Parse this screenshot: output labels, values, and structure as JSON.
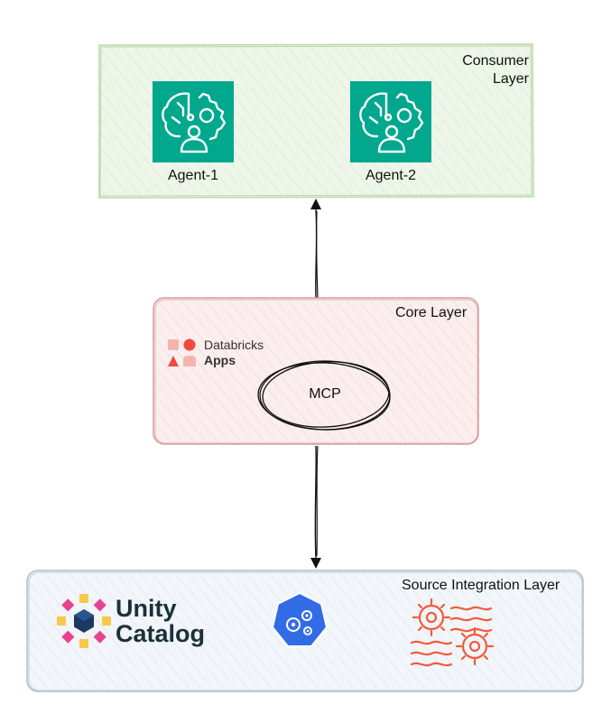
{
  "consumer_layer": {
    "title_line1": "Consumer",
    "title_line2": "Layer",
    "border_color": "#b9d9a8",
    "fill_color": "#eef6ea",
    "agents": [
      {
        "label": "Agent-1",
        "icon": "ai-agent-icon"
      },
      {
        "label": "Agent-2",
        "icon": "ai-agent-icon"
      }
    ],
    "icon_bg": "#01a88d"
  },
  "core_layer": {
    "title": "Core Layer",
    "border_color": "#d99a9a",
    "fill_color": "#fbeeee",
    "databricks_line1": "Databricks",
    "databricks_line2": "Apps",
    "mcp_label": "MCP"
  },
  "source_layer": {
    "title": "Source Integration Layer",
    "border_color": "#a9bfd6",
    "fill_color": "#f2f5f9",
    "unity_line1": "Unity",
    "unity_line2": "Catalog",
    "unity_text_color": "#1b3139",
    "kubernetes_color": "#326ce5",
    "integration_icon_color": "#ef5b3c"
  }
}
